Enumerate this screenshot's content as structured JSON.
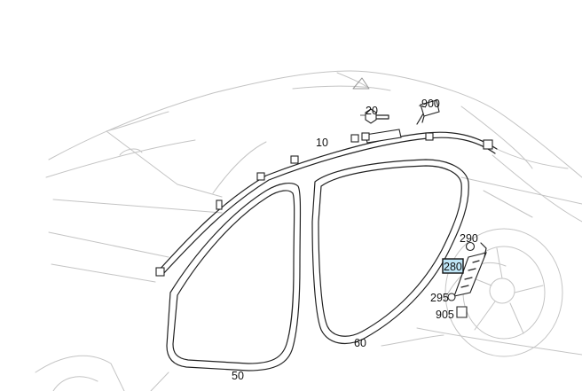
{
  "diagram": {
    "callouts": {
      "p20": "20",
      "p900": "900",
      "p10": "10",
      "p290": "290",
      "p280": "280",
      "p295": "295",
      "p905": "905",
      "p60": "60",
      "p50": "50"
    },
    "highlighted_part": "280",
    "colors": {
      "outline": "#c4c4c4",
      "parts": "#222222",
      "highlight": "#bfe6f7"
    }
  }
}
